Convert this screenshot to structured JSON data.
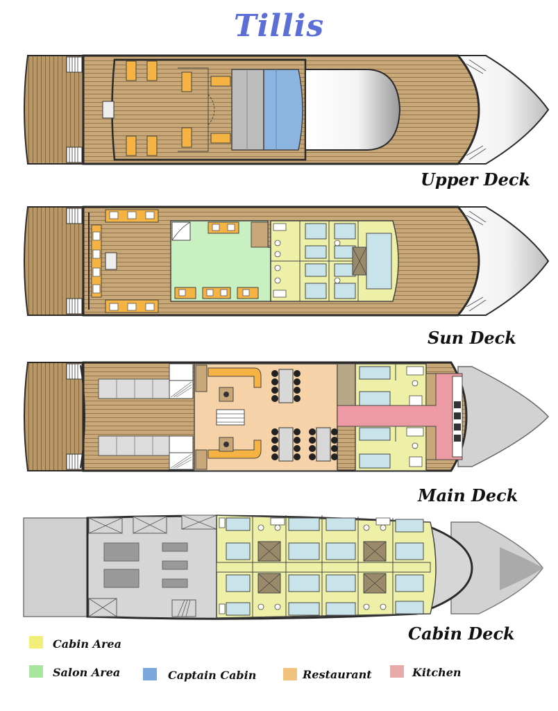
{
  "title": "Tillis",
  "decks": {
    "upper": {
      "label": "Upper Deck"
    },
    "sun": {
      "label": "Sun Deck"
    },
    "main": {
      "label": "Main Deck"
    },
    "cabin": {
      "label": "Cabin Deck"
    }
  },
  "legend": [
    {
      "label": "Cabin Area",
      "color": "#f2ee7a"
    },
    {
      "label": "Salon Area",
      "color": "#a8e6a0"
    },
    {
      "label": "Captain Cabin",
      "color": "#7aa8dc"
    },
    {
      "label": "Restaurant",
      "color": "#f0c27e"
    },
    {
      "label": "Kitchen",
      "color": "#e8aaaa"
    }
  ],
  "colors": {
    "wood": "#c8a878",
    "hull_outline": "#2a2a2a",
    "cabin": "#eef0a8",
    "salon": "#c8f0c0",
    "restaurant": "#f6d2a8",
    "kitchen": "#ee9aa4",
    "captain": "#8cb4e0",
    "grey_floor": "#c8c8c8",
    "bed": "#c8e4ea"
  }
}
